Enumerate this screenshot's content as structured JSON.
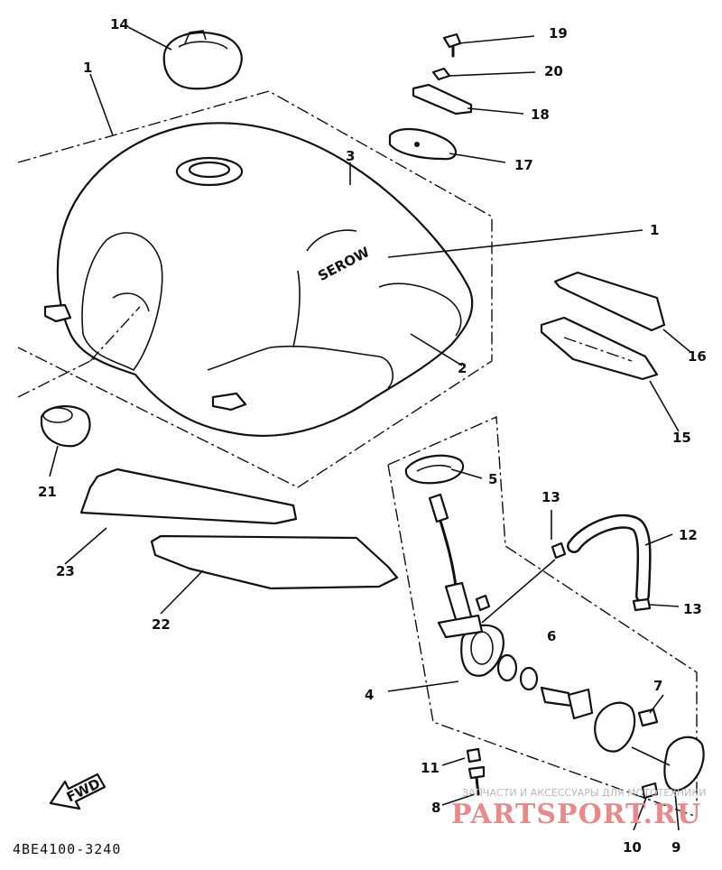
{
  "diagram": {
    "callouts": [
      {
        "id": "c14",
        "label": "14"
      },
      {
        "id": "c1a",
        "label": "1"
      },
      {
        "id": "c19",
        "label": "19"
      },
      {
        "id": "c20",
        "label": "20"
      },
      {
        "id": "c18",
        "label": "18"
      },
      {
        "id": "c17",
        "label": "17"
      },
      {
        "id": "c3",
        "label": "3"
      },
      {
        "id": "c1b",
        "label": "1"
      },
      {
        "id": "c16",
        "label": "16"
      },
      {
        "id": "c2",
        "label": "2"
      },
      {
        "id": "c15",
        "label": "15"
      },
      {
        "id": "c21",
        "label": "21"
      },
      {
        "id": "c5",
        "label": "5"
      },
      {
        "id": "c13a",
        "label": "13"
      },
      {
        "id": "c12",
        "label": "12"
      },
      {
        "id": "c23",
        "label": "23"
      },
      {
        "id": "c13b",
        "label": "13"
      },
      {
        "id": "c22",
        "label": "22"
      },
      {
        "id": "c6",
        "label": "6"
      },
      {
        "id": "c4",
        "label": "4"
      },
      {
        "id": "c7",
        "label": "7"
      },
      {
        "id": "c11",
        "label": "11"
      },
      {
        "id": "c8",
        "label": "8"
      },
      {
        "id": "c10",
        "label": "10"
      },
      {
        "id": "c9",
        "label": "9"
      }
    ],
    "tank_decal_text": "SEROW",
    "fwd_arrow_text": "FWD",
    "drawing_code": "4BE4100-3240"
  },
  "watermark": {
    "caption": "ЗАПЧАСТИ И АКСЕССУАРЫ ДЛЯ МОТОТЕХНИКИ",
    "logo": "PARTSPORT.RU"
  }
}
